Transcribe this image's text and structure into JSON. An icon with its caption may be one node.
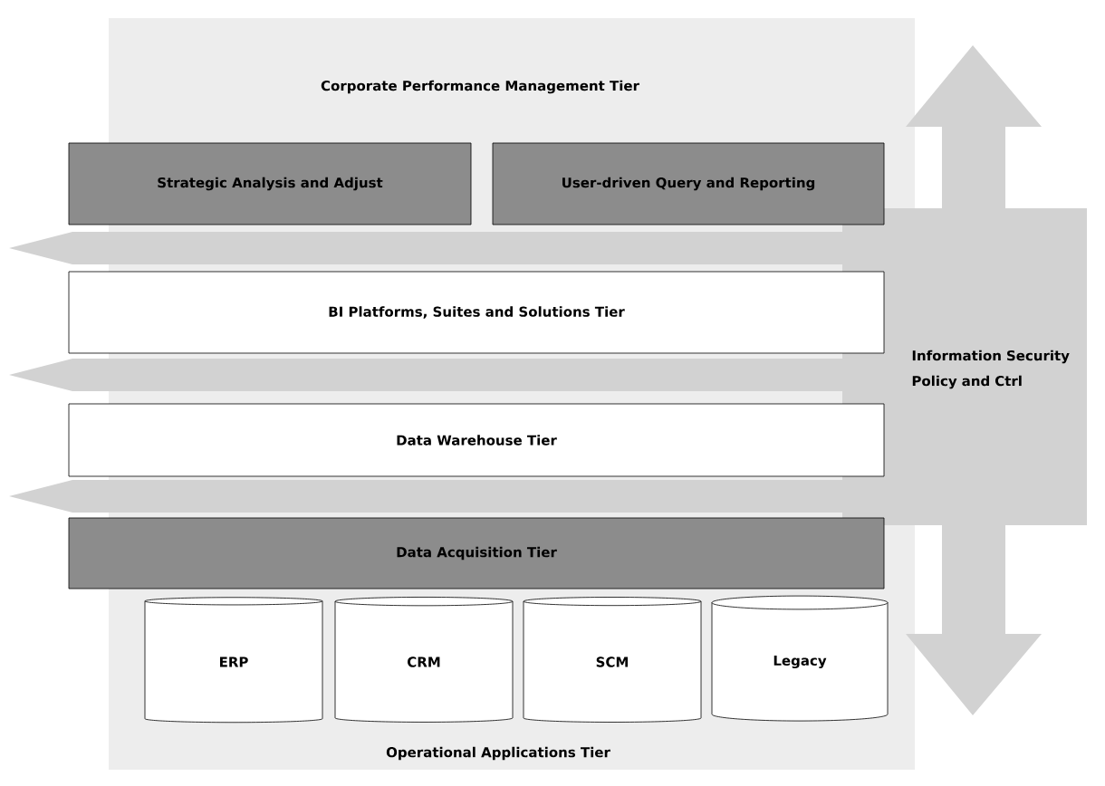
{
  "diagram": {
    "nodes": [
      {
        "text": [
          "Strategic Analysis and Adjust"
        ]
      },
      {
        "text": [
          "User-driven Query and Reporting"
        ]
      },
      {
        "text": [
          "BI Platforms, Suites and Solutions Tier"
        ]
      },
      {
        "text": [
          "Data Warehouse Tier"
        ]
      },
      {
        "text": [
          "Data Acquisition Tier"
        ]
      },
      {
        "text": [
          "ERP"
        ]
      },
      {
        "text": [
          "CRM"
        ]
      },
      {
        "text": [
          "SCM"
        ]
      },
      {
        "text": [
          "Legacy"
        ]
      }
    ],
    "labels": [
      "Corporate Performance Management Tier",
      "Information Security Policy and Ctrl",
      "Operational Applications Tier"
    ]
  }
}
